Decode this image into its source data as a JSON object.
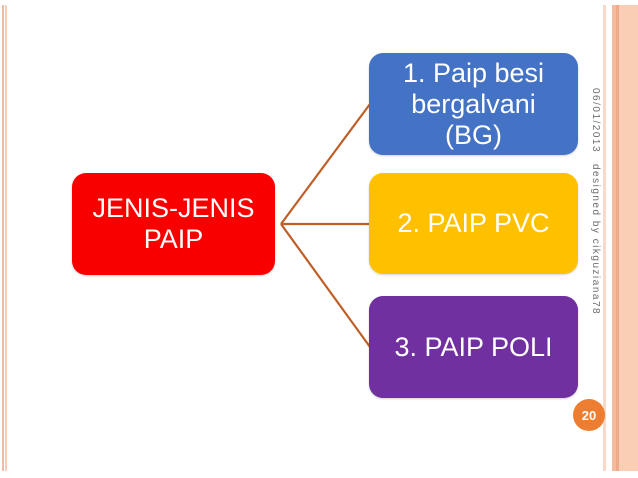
{
  "colors": {
    "root_box": "#f80000",
    "connector": "#c05e28",
    "page_circle": "#ed7d31"
  },
  "diagram": {
    "root": {
      "label": "JENIS-JENIS PAIP"
    },
    "items": [
      {
        "label": "1. Paip besi bergalvani (BG)",
        "color": "#4472c4"
      },
      {
        "label": "2. PAIP PVC",
        "color": "#ffc000"
      },
      {
        "label": "3. PAIP POLI",
        "color": "#7030a0"
      }
    ]
  },
  "footer": {
    "date": "06/01/2013",
    "credit": "designed by cikguziana78",
    "page_number": "20"
  }
}
